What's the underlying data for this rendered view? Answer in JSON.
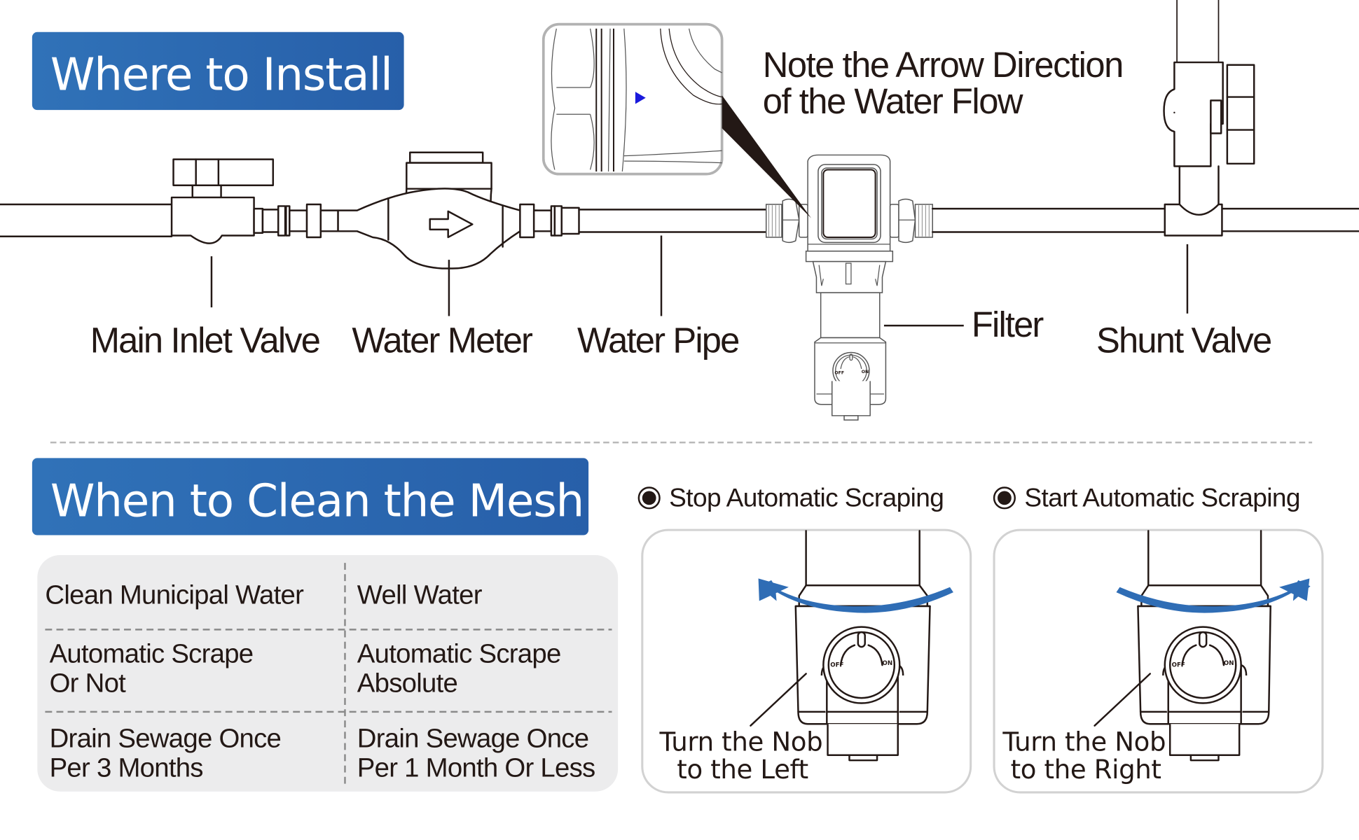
{
  "sections": {
    "install": {
      "title": "Where to Install",
      "callout_line1": "Note the Arrow Direction",
      "callout_line2": "of the Water Flow",
      "labels": {
        "main_inlet_valve": "Main Inlet Valve",
        "water_meter": "Water Meter",
        "water_pipe": "Water Pipe",
        "filter": "Filter",
        "shunt_valve": "Shunt Valve"
      },
      "dial": {
        "off": "OFF",
        "on": "ON"
      }
    },
    "clean": {
      "title": "When to Clean the Mesh",
      "table": {
        "columns": [
          "Clean Municipal Water",
          "Well Water"
        ],
        "rows": [
          [
            "Automatic Scrape Or Not",
            "Automatic Scrape Absolute"
          ],
          [
            "Drain Sewage Once Per 3 Months",
            "Drain Sewage Once Per 1 Month Or Less"
          ]
        ],
        "display_lines": {
          "r1c1": [
            "Automatic Scrape",
            "Or Not"
          ],
          "r1c2": [
            "Automatic Scrape",
            "Absolute"
          ],
          "r2c1": [
            "Drain Sewage Once",
            "Per 3 Months"
          ],
          "r2c2": [
            "Drain Sewage Once",
            "Per 1 Month Or Less"
          ]
        }
      },
      "modes": [
        {
          "title": "Stop Automatic Scraping",
          "caption_line1": "Turn the Nob",
          "caption_line2": "to the Left",
          "direction": "left"
        },
        {
          "title": "Start Automatic Scraping",
          "caption_line1": "Turn the Nob",
          "caption_line2": "to the Right",
          "direction": "right"
        }
      ],
      "dial": {
        "off": "OFF",
        "on": "ON"
      }
    }
  },
  "colors": {
    "header_blue": "#2a64ae",
    "rotation_arrow_blue": "#2f6db5",
    "flow_arrow_blue": "#1a1adc",
    "ink": "#231815",
    "table_bg": "#ececed",
    "divider": "#b9b9b9"
  }
}
